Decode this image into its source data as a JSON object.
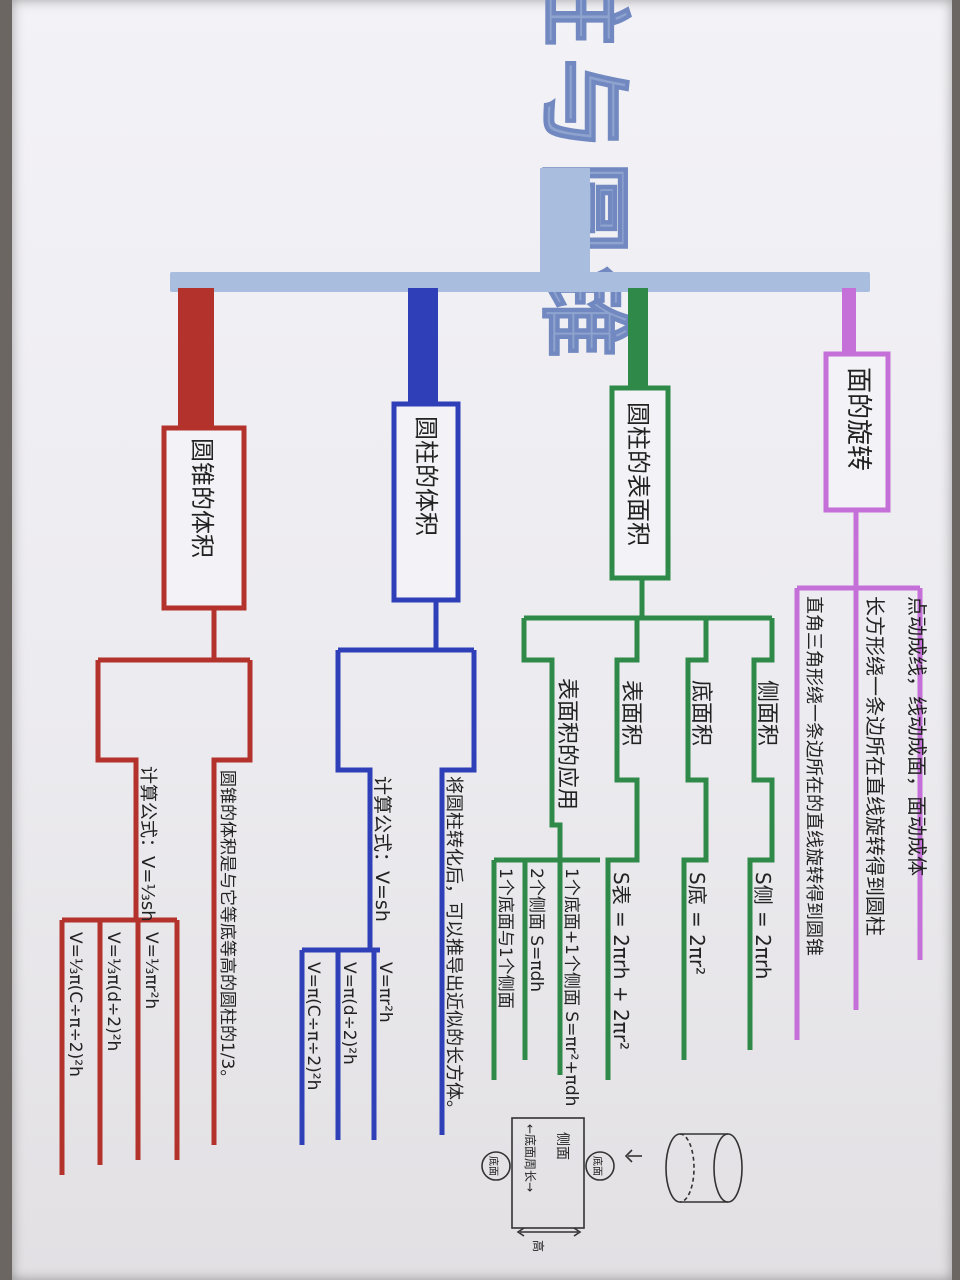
{
  "title": "圆柱与圆锥",
  "colors": {
    "title": "#8fa3cf",
    "trunk": "#a9bddf",
    "cone": "#b3322c",
    "cyl_volume": "#2f3fb8",
    "surface": "#2f8a49",
    "rotation": "#c56fd8"
  },
  "branches": {
    "rotation": {
      "label": "面的旋转",
      "items": [
        "点动成线，线动成面，面动成体",
        "长方形绕一条边所在直线旋转得到圆柱",
        "直角三角形绕一条边所在的直线旋转得到圆锥"
      ]
    },
    "surface": {
      "label": "圆柱的表面积",
      "items": [
        {
          "name": "侧面积",
          "formula": "S侧 = 2πrh"
        },
        {
          "name": "底面积",
          "formula": "S底 = 2πr²"
        },
        {
          "name": "表面积",
          "formula": "S表 = 2πrh + 2πr²"
        },
        {
          "name": "表面积的应用",
          "notes": [
            "1个底面+1个侧面 S=πr²+πdh",
            "2个侧面 S=πdh",
            "1个底面与1个侧面"
          ]
        }
      ]
    },
    "cyl_volume": {
      "label": "圆柱的体积",
      "derivation": "将圆柱转化后，可以推导出近似的长方体。",
      "formula_label": "计算公式：V=sh",
      "formulas": [
        "V=πr²h",
        "V=π(d÷2)²h",
        "V=π(C÷π÷2)²h"
      ]
    },
    "cone_volume": {
      "label": "圆锥的体积",
      "relation": "圆锥的体积是与它等底等高的圆柱的1/3。",
      "formula_label": "计算公式：V=⅓sh",
      "formulas": [
        "V=⅓πr²h",
        "V=⅓π(d÷2)²h",
        "V=⅓π(C÷π÷2)²h"
      ]
    }
  },
  "sketch": {
    "top_label": "底面",
    "side_label": "侧面",
    "bottom_label": "底面",
    "perimeter_label": "←底面周长→",
    "height_label": "高"
  }
}
